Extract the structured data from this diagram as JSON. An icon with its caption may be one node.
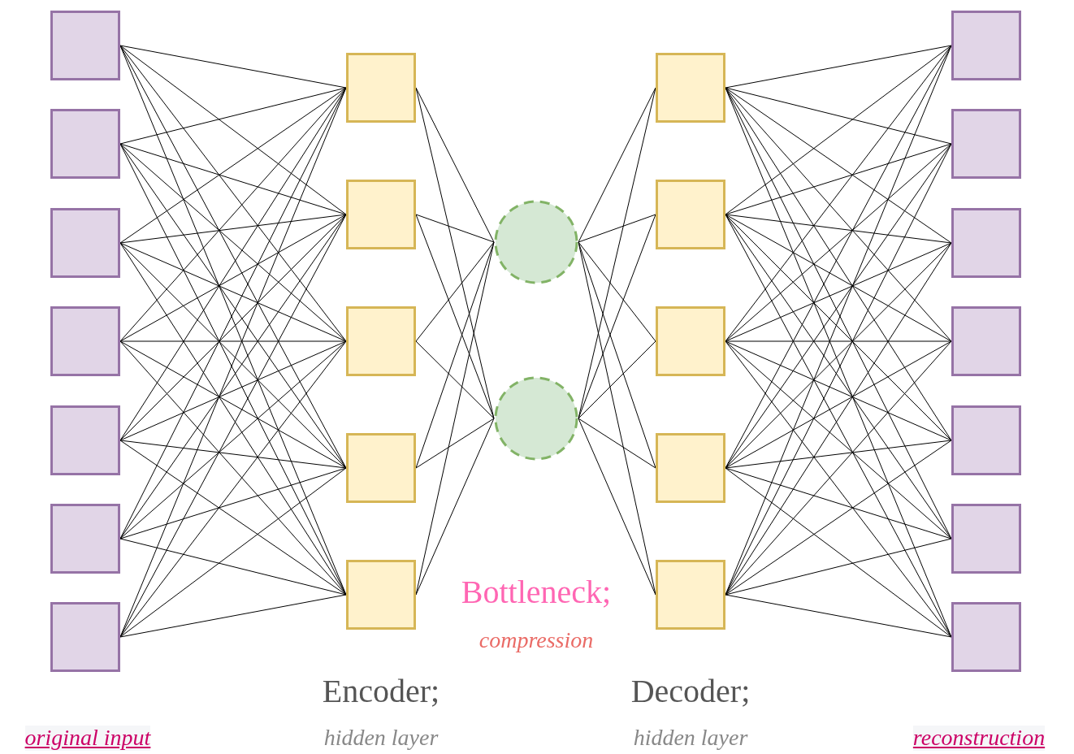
{
  "diagram": {
    "nodes": [
      {
        "text": [],
        "shape": "box"
      },
      {
        "text": [],
        "shape": "box"
      },
      {
        "text": [],
        "shape": "box"
      },
      {
        "text": [],
        "shape": "box"
      },
      {
        "text": [],
        "shape": "box"
      },
      {
        "text": [],
        "shape": "box"
      },
      {
        "text": [],
        "shape": "box"
      },
      {
        "text": [],
        "shape": "box"
      },
      {
        "text": [],
        "shape": "box"
      },
      {
        "text": [],
        "shape": "box"
      },
      {
        "text": [],
        "shape": "box"
      },
      {
        "text": [],
        "shape": "box"
      },
      {
        "text": [],
        "shape": "circle"
      },
      {
        "text": [],
        "shape": "circle"
      },
      {
        "text": [],
        "shape": "box"
      },
      {
        "text": [],
        "shape": "box"
      },
      {
        "text": [],
        "shape": "box"
      },
      {
        "text": [],
        "shape": "box"
      },
      {
        "text": [],
        "shape": "box"
      },
      {
        "text": [],
        "shape": "box"
      },
      {
        "text": [],
        "shape": "box"
      },
      {
        "text": [],
        "shape": "box"
      },
      {
        "text": [],
        "shape": "box"
      },
      {
        "text": [],
        "shape": "box"
      },
      {
        "text": [],
        "shape": "box"
      },
      {
        "text": [],
        "shape": "box"
      }
    ],
    "edges": [
      {
        "from": 0,
        "to": 7,
        "arrow": "none"
      },
      {
        "from": 0,
        "to": 8,
        "arrow": "none"
      },
      {
        "from": 0,
        "to": 9,
        "arrow": "none"
      },
      {
        "from": 0,
        "to": 10,
        "arrow": "none"
      },
      {
        "from": 0,
        "to": 11,
        "arrow": "none"
      },
      {
        "from": 1,
        "to": 7,
        "arrow": "none"
      },
      {
        "from": 1,
        "to": 8,
        "arrow": "none"
      },
      {
        "from": 1,
        "to": 9,
        "arrow": "none"
      },
      {
        "from": 1,
        "to": 10,
        "arrow": "none"
      },
      {
        "from": 1,
        "to": 11,
        "arrow": "none"
      },
      {
        "from": 2,
        "to": 7,
        "arrow": "none"
      },
      {
        "from": 2,
        "to": 8,
        "arrow": "none"
      },
      {
        "from": 2,
        "to": 9,
        "arrow": "none"
      },
      {
        "from": 2,
        "to": 10,
        "arrow": "none"
      },
      {
        "from": 2,
        "to": 11,
        "arrow": "none"
      },
      {
        "from": 3,
        "to": 7,
        "arrow": "none"
      },
      {
        "from": 3,
        "to": 8,
        "arrow": "none"
      },
      {
        "from": 3,
        "to": 9,
        "arrow": "none"
      },
      {
        "from": 3,
        "to": 10,
        "arrow": "none"
      },
      {
        "from": 3,
        "to": 11,
        "arrow": "none"
      },
      {
        "from": 4,
        "to": 7,
        "arrow": "none"
      },
      {
        "from": 4,
        "to": 8,
        "arrow": "none"
      },
      {
        "from": 4,
        "to": 9,
        "arrow": "none"
      },
      {
        "from": 4,
        "to": 10,
        "arrow": "none"
      },
      {
        "from": 4,
        "to": 11,
        "arrow": "none"
      },
      {
        "from": 5,
        "to": 7,
        "arrow": "none"
      },
      {
        "from": 5,
        "to": 8,
        "arrow": "none"
      },
      {
        "from": 5,
        "to": 9,
        "arrow": "none"
      },
      {
        "from": 5,
        "to": 10,
        "arrow": "none"
      },
      {
        "from": 5,
        "to": 11,
        "arrow": "none"
      },
      {
        "from": 6,
        "to": 7,
        "arrow": "none"
      },
      {
        "from": 6,
        "to": 8,
        "arrow": "none"
      },
      {
        "from": 6,
        "to": 9,
        "arrow": "none"
      },
      {
        "from": 6,
        "to": 10,
        "arrow": "none"
      },
      {
        "from": 6,
        "to": 11,
        "arrow": "none"
      },
      {
        "from": 7,
        "to": 12,
        "arrow": "none"
      },
      {
        "from": 7,
        "to": 13,
        "arrow": "none"
      },
      {
        "from": 8,
        "to": 12,
        "arrow": "none"
      },
      {
        "from": 8,
        "to": 13,
        "arrow": "none"
      },
      {
        "from": 9,
        "to": 12,
        "arrow": "none"
      },
      {
        "from": 9,
        "to": 13,
        "arrow": "none"
      },
      {
        "from": 10,
        "to": 12,
        "arrow": "none"
      },
      {
        "from": 10,
        "to": 13,
        "arrow": "none"
      },
      {
        "from": 11,
        "to": 12,
        "arrow": "none"
      },
      {
        "from": 11,
        "to": 13,
        "arrow": "none"
      },
      {
        "from": 12,
        "to": 14,
        "arrow": "none"
      },
      {
        "from": 12,
        "to": 15,
        "arrow": "none"
      },
      {
        "from": 12,
        "to": 16,
        "arrow": "none"
      },
      {
        "from": 12,
        "to": 17,
        "arrow": "none"
      },
      {
        "from": 12,
        "to": 18,
        "arrow": "none"
      },
      {
        "from": 13,
        "to": 14,
        "arrow": "none"
      },
      {
        "from": 13,
        "to": 15,
        "arrow": "none"
      },
      {
        "from": 13,
        "to": 16,
        "arrow": "none"
      },
      {
        "from": 13,
        "to": 17,
        "arrow": "none"
      },
      {
        "from": 13,
        "to": 18,
        "arrow": "none"
      },
      {
        "from": 14,
        "to": 19,
        "arrow": "none"
      },
      {
        "from": 14,
        "to": 20,
        "arrow": "none"
      },
      {
        "from": 14,
        "to": 21,
        "arrow": "none"
      },
      {
        "from": 14,
        "to": 22,
        "arrow": "none"
      },
      {
        "from": 14,
        "to": 23,
        "arrow": "none"
      },
      {
        "from": 14,
        "to": 24,
        "arrow": "none"
      },
      {
        "from": 14,
        "to": 25,
        "arrow": "none"
      },
      {
        "from": 15,
        "to": 19,
        "arrow": "none"
      },
      {
        "from": 15,
        "to": 20,
        "arrow": "none"
      },
      {
        "from": 15,
        "to": 21,
        "arrow": "none"
      },
      {
        "from": 15,
        "to": 22,
        "arrow": "none"
      },
      {
        "from": 15,
        "to": 23,
        "arrow": "none"
      },
      {
        "from": 15,
        "to": 24,
        "arrow": "none"
      },
      {
        "from": 15,
        "to": 25,
        "arrow": "none"
      },
      {
        "from": 16,
        "to": 19,
        "arrow": "none"
      },
      {
        "from": 16,
        "to": 20,
        "arrow": "none"
      },
      {
        "from": 16,
        "to": 21,
        "arrow": "none"
      },
      {
        "from": 16,
        "to": 22,
        "arrow": "none"
      },
      {
        "from": 16,
        "to": 23,
        "arrow": "none"
      },
      {
        "from": 16,
        "to": 24,
        "arrow": "none"
      },
      {
        "from": 16,
        "to": 25,
        "arrow": "none"
      },
      {
        "from": 17,
        "to": 19,
        "arrow": "none"
      },
      {
        "from": 17,
        "to": 20,
        "arrow": "none"
      },
      {
        "from": 17,
        "to": 21,
        "arrow": "none"
      },
      {
        "from": 17,
        "to": 22,
        "arrow": "none"
      },
      {
        "from": 17,
        "to": 23,
        "arrow": "none"
      },
      {
        "from": 17,
        "to": 24,
        "arrow": "none"
      },
      {
        "from": 17,
        "to": 25,
        "arrow": "none"
      },
      {
        "from": 18,
        "to": 19,
        "arrow": "none"
      },
      {
        "from": 18,
        "to": 20,
        "arrow": "none"
      },
      {
        "from": 18,
        "to": 21,
        "arrow": "none"
      },
      {
        "from": 18,
        "to": 22,
        "arrow": "none"
      },
      {
        "from": 18,
        "to": 23,
        "arrow": "none"
      },
      {
        "from": 18,
        "to": 24,
        "arrow": "none"
      },
      {
        "from": 18,
        "to": 25,
        "arrow": "none"
      }
    ],
    "labels": [
      "Bottleneck;",
      "compression",
      "Encoder;",
      "Decoder;",
      "original input",
      "hidden layer",
      "hidden layer",
      "reconstruction"
    ]
  }
}
